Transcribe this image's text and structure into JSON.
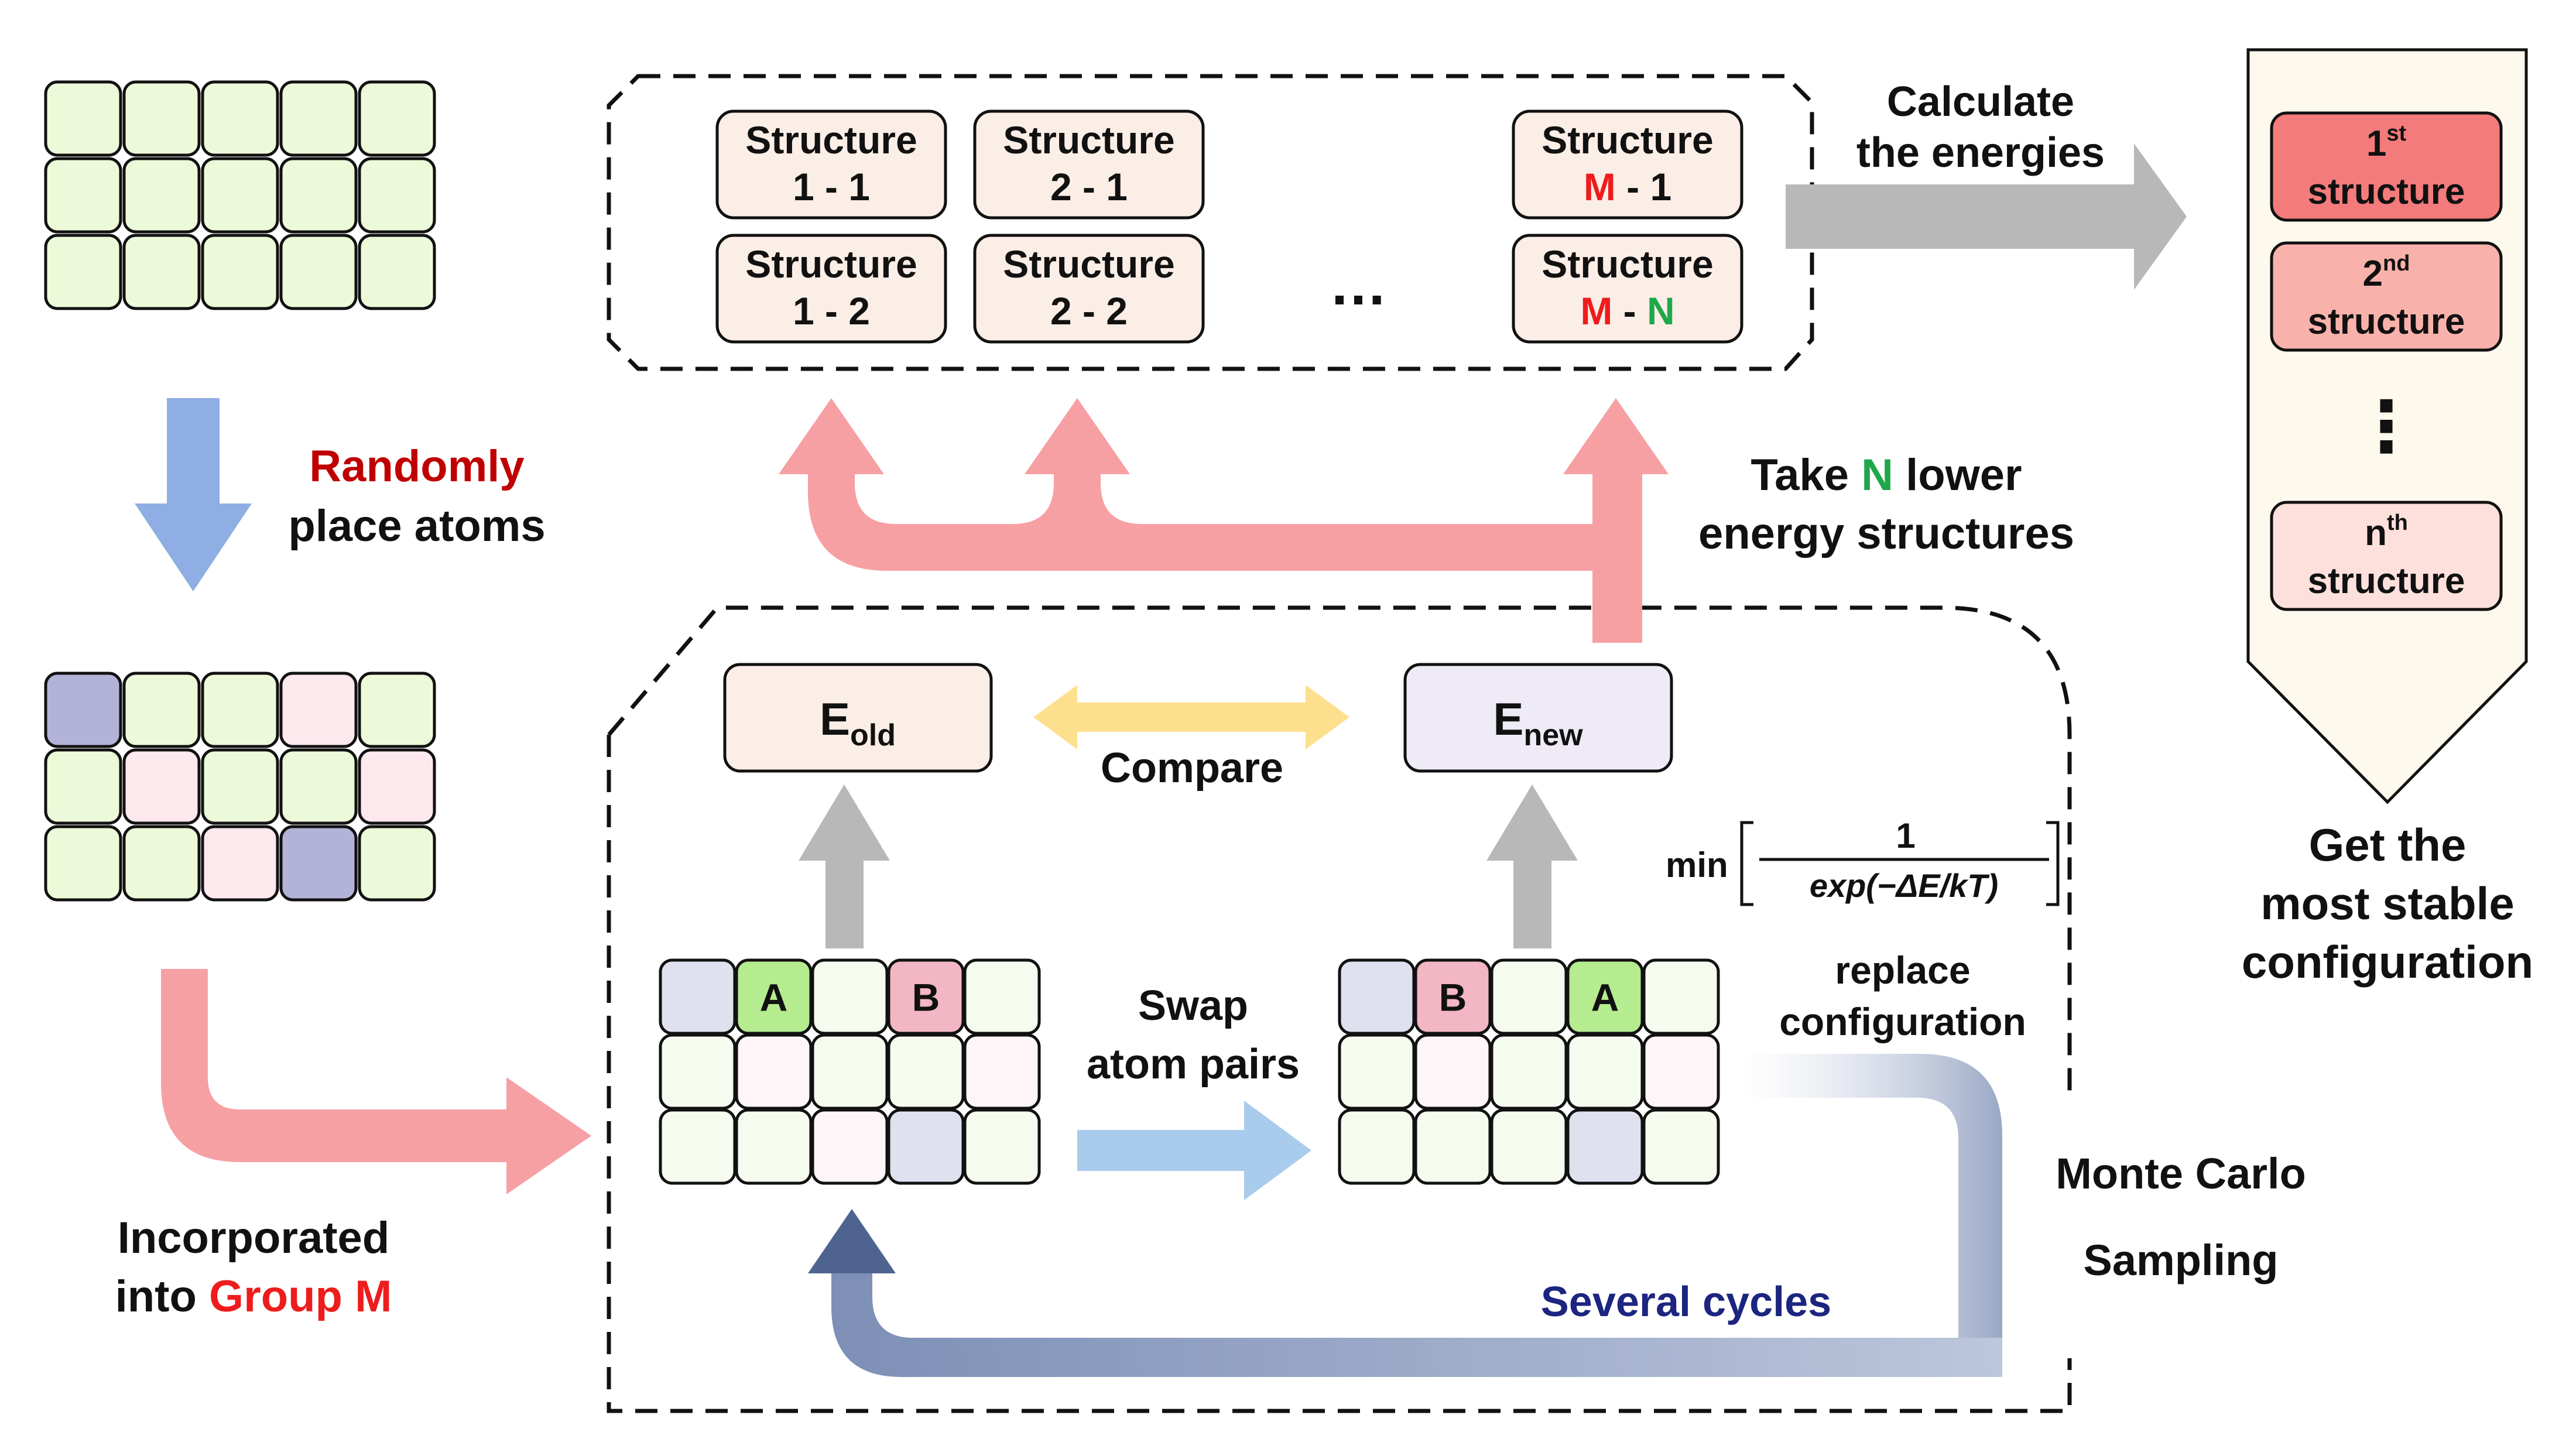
{
  "colors": {
    "grid_green": "#ecfad9",
    "grid_green_light": "#f5fcef",
    "grid_pink": "#fde8ee",
    "grid_pink_light": "#fdf5f7",
    "grid_purple": "#b3b3d8",
    "grid_purple_light": "#dfe1ee",
    "cell_A": "#b4ec8f",
    "cell_B": "#f3b6c4",
    "structure_box": "#fbeee6",
    "e_old_box": "#fbeee6",
    "e_new_box": "#eeeaf6",
    "rank_1": "#f47b7b",
    "rank_2": "#f9b2ab",
    "rank_n": "#fde0dc",
    "ranking_panel": "#fdf9ec",
    "arrow_pink": "#f7a0a4",
    "arrow_blue": "#8faee3",
    "arrow_lightblue": "#a9cbec",
    "arrow_gray": "#b8b8b8",
    "arrow_yellow": "#fde08e",
    "arrow_slate": "#5a6e9a",
    "accent_red": "#ee1c1c",
    "accent_darkred": "#c00000",
    "accent_green": "#1fa84a",
    "accent_navy": "#1c2580"
  },
  "labels": {
    "randomly": "Randomly",
    "place_atoms": "place atoms",
    "incorporated": "Incorporated",
    "into": "into",
    "group_m": "Group M",
    "calculate": "Calculate",
    "the_energies": "the energies",
    "take": "Take",
    "n": "N",
    "lower": "lower",
    "energy_structures": "energy structures",
    "compare": "Compare",
    "swap": "Swap",
    "atom_pairs": "atom pairs",
    "replace": "replace",
    "configuration": "configuration",
    "monte_carlo": "Monte Carlo",
    "sampling": "Sampling",
    "several_cycles": "Several cycles",
    "get_the": "Get the",
    "most_stable": "most stable",
    "configuration_final": "configuration",
    "ellipsis": "…",
    "vertical_dots": "⋮",
    "formula_min": "min",
    "formula_num": "1",
    "formula_den": "exp(−ΔE/kT)"
  },
  "structures": {
    "word": "Structure",
    "s11": "1 - 1",
    "s12": "1 - 2",
    "s21": "2 - 1",
    "s22": "2 - 2",
    "m": "M",
    "dash": " - ",
    "one": "1",
    "n": "N"
  },
  "energies": {
    "e": "E",
    "old": "old",
    "new": "new"
  },
  "ranking": {
    "first": "1",
    "first_sup": "st",
    "second": "2",
    "second_sup": "nd",
    "nth": "n",
    "nth_sup": "th",
    "word": "structure"
  },
  "atoms": {
    "a": "A",
    "b": "B"
  }
}
